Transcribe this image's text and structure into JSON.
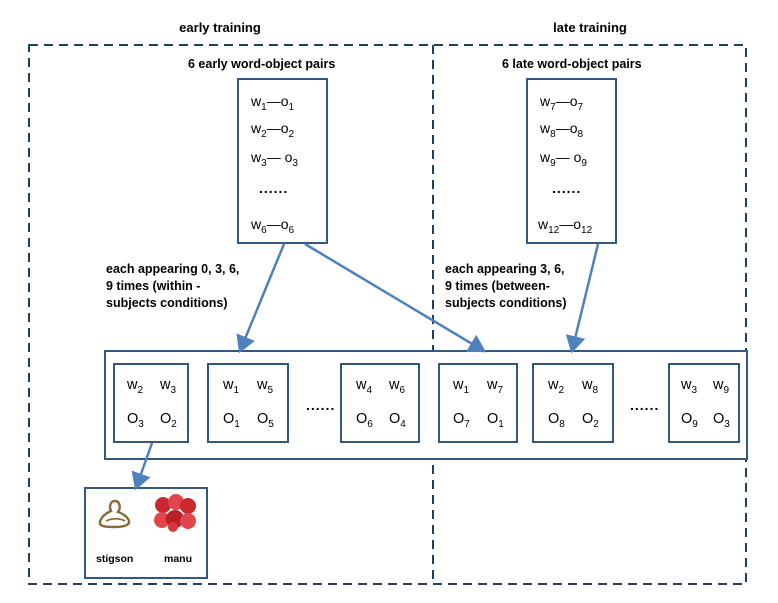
{
  "headers": {
    "early": "early training",
    "late": "late training"
  },
  "top_boxes": {
    "early": {
      "title": "6 early word-object pairs",
      "pairs": [
        {
          "w": "1",
          "o": "1"
        },
        {
          "w": "2",
          "o": "2"
        },
        {
          "w": "3",
          "o": "3"
        },
        {
          "w": "6",
          "o": "6"
        }
      ],
      "ellipsis": "......"
    },
    "late": {
      "title": "6 late word-object pairs",
      "pairs": [
        {
          "w": "7",
          "o": "7"
        },
        {
          "w": "8",
          "o": "8"
        },
        {
          "w": "9",
          "o": "9"
        },
        {
          "w": "12",
          "o": "12"
        }
      ],
      "ellipsis": "......"
    }
  },
  "notes": {
    "early": [
      "each appearing 0, 3, 6,",
      "9 times (within -",
      "subjects conditions)"
    ],
    "late": [
      "each appearing 3, 6,",
      "9 times (between-",
      "subjects conditions)"
    ]
  },
  "trials": [
    {
      "w1": "2",
      "w2": "3",
      "o1": "3",
      "o2": "2"
    },
    {
      "w1": "1",
      "w2": "5",
      "o1": "1",
      "o2": "5"
    },
    {
      "w1": "4",
      "w2": "6",
      "o1": "6",
      "o2": "4"
    },
    {
      "w1": "1",
      "w2": "7",
      "o1": "7",
      "o2": "1"
    },
    {
      "w1": "2",
      "w2": "8",
      "o1": "8",
      "o2": "2"
    },
    {
      "w1": "3",
      "w2": "9",
      "o1": "9",
      "o2": "3"
    }
  ],
  "trial_ellipses": [
    "......",
    "......"
  ],
  "example": {
    "word1": "stigson",
    "word2": "manu"
  },
  "colors": {
    "box_border": "#34577f",
    "arrow": "#4f81bd",
    "dashed": "#1f3f6b"
  }
}
